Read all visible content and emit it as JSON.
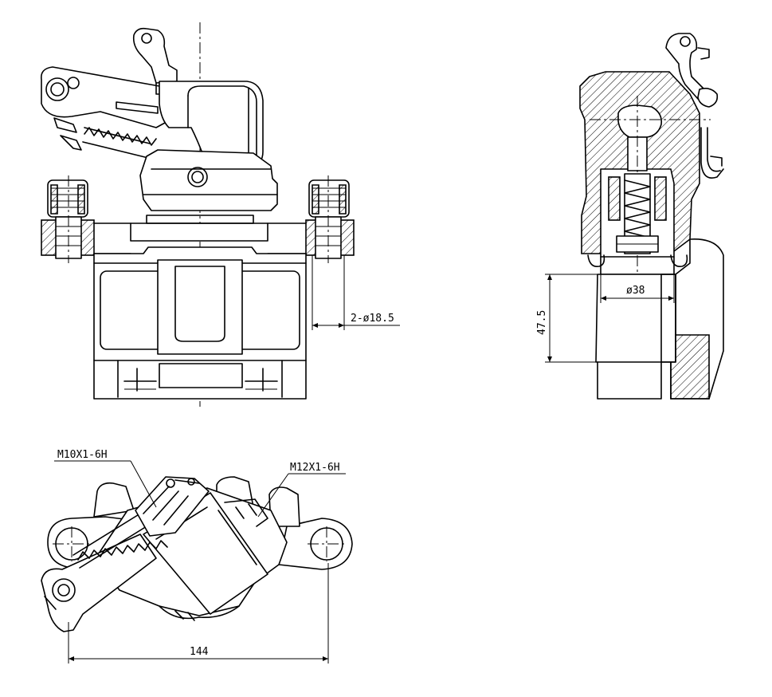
{
  "callouts": {
    "bore_front": "2-ø18.5",
    "bore_side": "ø38",
    "height_side": "47.5",
    "thread_left": "M10X1-6H",
    "thread_right": "M12X1-6H",
    "mount_span": "144"
  },
  "views": [
    "front-view",
    "side-section-view",
    "top-view"
  ]
}
